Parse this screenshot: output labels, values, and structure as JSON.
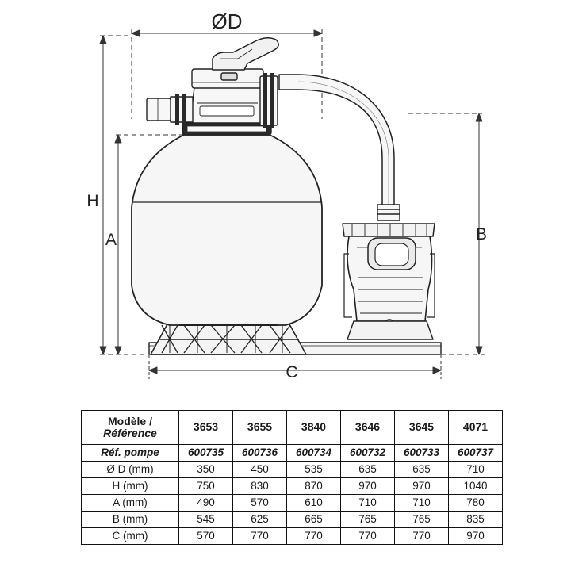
{
  "diagram": {
    "labels": {
      "diameter": "ØD",
      "height_h": "H",
      "height_a": "A",
      "height_b": "B",
      "length_c": "C"
    }
  },
  "table": {
    "header": {
      "label_line1": "Modèle /",
      "label_line2": "Référence",
      "models": [
        "3653",
        "3655",
        "3840",
        "3646",
        "3645",
        "4071"
      ]
    },
    "pump_row": {
      "label": "Réf. pompe",
      "values": [
        "600735",
        "600736",
        "600734",
        "600732",
        "600733",
        "600737"
      ]
    },
    "rows": [
      {
        "label": "Ø D (mm)",
        "values": [
          "350",
          "450",
          "535",
          "635",
          "635",
          "710"
        ]
      },
      {
        "label": "H (mm)",
        "values": [
          "750",
          "830",
          "870",
          "970",
          "970",
          "1040"
        ]
      },
      {
        "label": "A (mm)",
        "values": [
          "490",
          "570",
          "610",
          "710",
          "710",
          "780"
        ]
      },
      {
        "label": "B (mm)",
        "values": [
          "545",
          "625",
          "665",
          "765",
          "765",
          "835"
        ]
      },
      {
        "label": "C (mm)",
        "values": [
          "570",
          "770",
          "770",
          "770",
          "770",
          "970"
        ]
      }
    ]
  }
}
